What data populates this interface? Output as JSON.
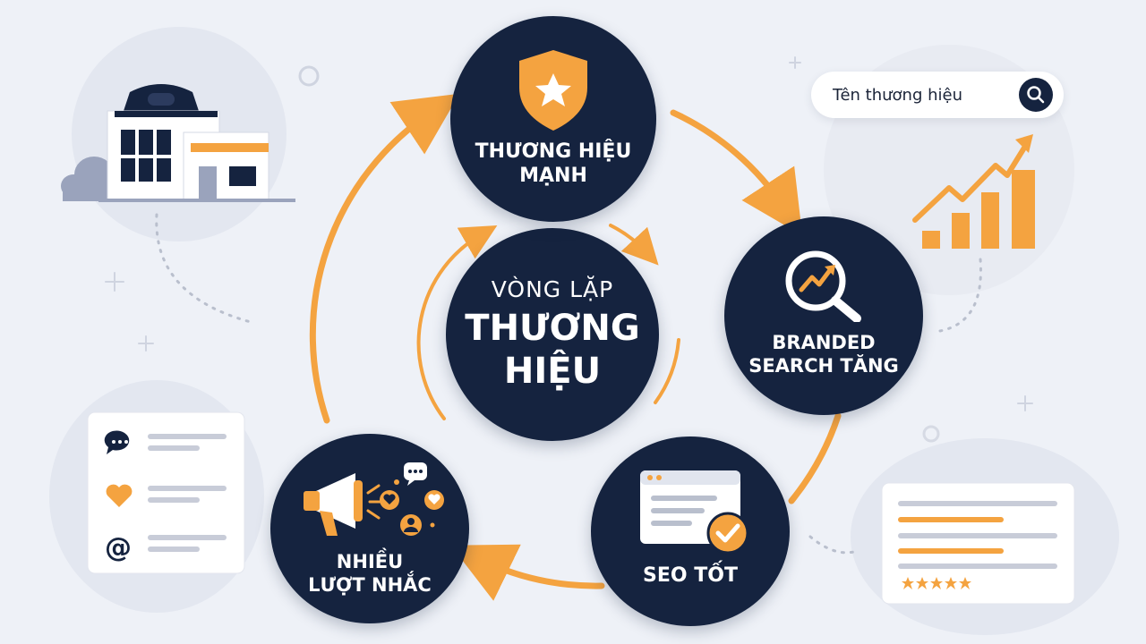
{
  "center": {
    "line1": "VÒNG LẶP",
    "line2": "THƯƠNG\nHIỆU"
  },
  "nodes": {
    "strong_brand": "THƯƠNG HIỆU\nMẠNH",
    "branded_search": "BRANDED\nSEARCH TĂNG",
    "good_seo": "SEO TỐT",
    "mentions": "NHIỀU\nLƯỢT NHẮC"
  },
  "search_box": {
    "text": "Tên thương hiệu"
  },
  "colors": {
    "navy": "#15233f",
    "orange": "#f4a340",
    "background": "#eef1f7",
    "gray_line": "#c8ccd8"
  },
  "icons": {
    "building": "building-icon",
    "shield": "shield-star-icon",
    "magnifier": "magnifier-trend-icon",
    "browser": "browser-check-icon",
    "megaphone": "megaphone-icon",
    "chart": "rising-bar-chart-icon",
    "social": "social-list-icons",
    "rating": "five-star-rating-icon"
  }
}
